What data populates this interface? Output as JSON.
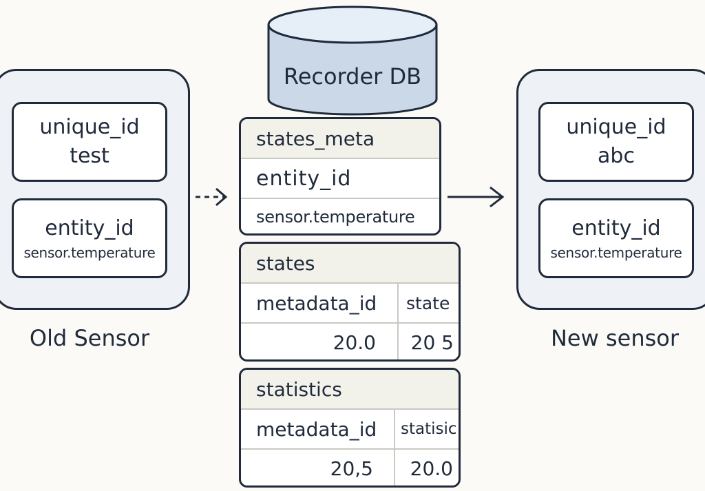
{
  "database": {
    "label": "Recorder DB"
  },
  "old_sensor": {
    "caption": "Old Sensor",
    "unique_id": {
      "label": "unique_id",
      "value": "test"
    },
    "entity_id": {
      "label": "entity_id",
      "value": "sensor.temperature"
    }
  },
  "new_sensor": {
    "caption": "New sensor",
    "unique_id": {
      "label": "unique_id",
      "value": "abc"
    },
    "entity_id": {
      "label": "entity_id",
      "value": "sensor.temperature"
    }
  },
  "tables": {
    "states_meta": {
      "title": "states_meta",
      "rows": [
        "entity_id",
        "sensor.temperature"
      ]
    },
    "states": {
      "title": "states",
      "columns": [
        "metadata_id",
        "state"
      ],
      "row": [
        "20.0",
        "20 5"
      ]
    },
    "statistics": {
      "title": "statistics",
      "columns": [
        "metadata_id",
        "statisic"
      ],
      "row": [
        "20,5",
        "20.0"
      ]
    }
  },
  "colors": {
    "ink": "#1f2a3b",
    "panel": "#eef1f6",
    "db_fill": "#cbd8e8",
    "db_top": "#e6eef8",
    "table_header": "#f2f1ea"
  }
}
